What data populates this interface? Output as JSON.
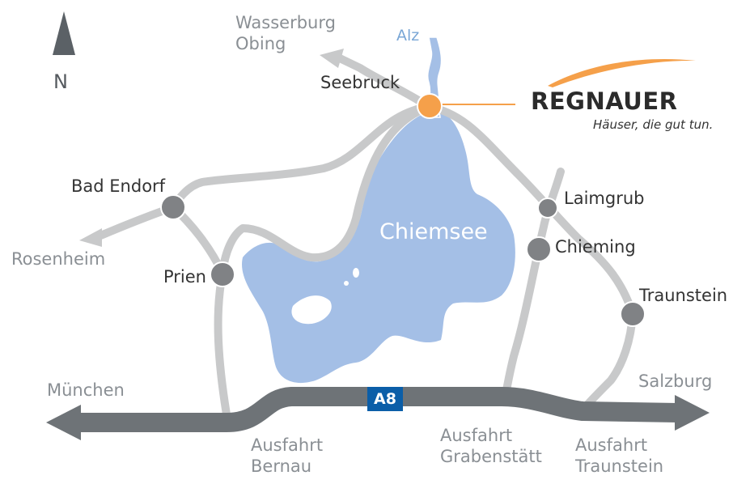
{
  "north": {
    "letter": "N"
  },
  "brand": {
    "name": "REGNAUER",
    "tagline": "Häuser, die gut tun."
  },
  "highway": {
    "label": "A8"
  },
  "lake": {
    "name": "Chiemsee"
  },
  "river": {
    "name": "Alz"
  },
  "places": {
    "seebruck": "Seebruck",
    "bad_endorf": "Bad Endorf",
    "prien": "Prien",
    "laimgrub": "Laimgrub",
    "chieming": "Chieming",
    "traunstein": "Traunstein"
  },
  "directions": {
    "wasserburg": {
      "line1": "Wasserburg",
      "line2": "Obing"
    },
    "rosenheim": "Rosenheim",
    "muenchen": "München",
    "salzburg": "Salzburg"
  },
  "exits": {
    "bernau": {
      "line1": "Ausfahrt",
      "line2": "Bernau"
    },
    "grabenstaett": {
      "line1": "Ausfahrt",
      "line2": "Grabenstätt"
    },
    "traunstein": {
      "line1": "Ausfahrt",
      "line2": "Traunstein"
    }
  },
  "colors": {
    "lake": "#a4bfe6",
    "road": "#c8c9ca",
    "highway": "#6e7377",
    "town_dot": "#808285",
    "highlight": "#f5a04a",
    "shield": "#0b5ea8"
  }
}
